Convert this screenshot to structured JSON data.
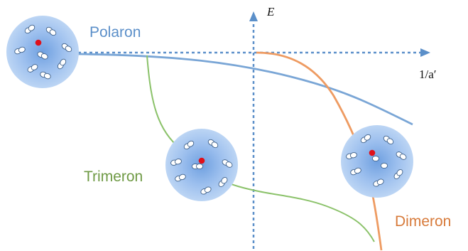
{
  "axes": {
    "y_label": "E",
    "x_label": "1/a′"
  },
  "curves": [
    {
      "name": "Polaron",
      "color": "#7aa6d6"
    },
    {
      "name": "Trimeron",
      "color": "#8bc26a"
    },
    {
      "name": "Dimeron",
      "color": "#ee9b62"
    }
  ],
  "colors": {
    "axis": "#5b8fc9",
    "cluster_fill": "#a9c8ef",
    "impurity": "#e0101a",
    "boson": "#ffffff"
  }
}
